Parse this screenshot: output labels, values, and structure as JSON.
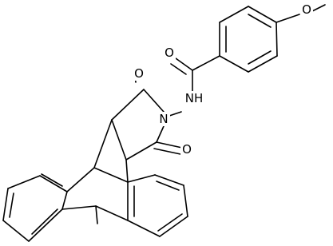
{
  "structure": {
    "labels": {
      "methoxy_o": "O",
      "amide_o": "O",
      "amide_nh": "NH",
      "imide_n": "N",
      "imide_o_top": "O",
      "imide_o_right": "O"
    }
  }
}
